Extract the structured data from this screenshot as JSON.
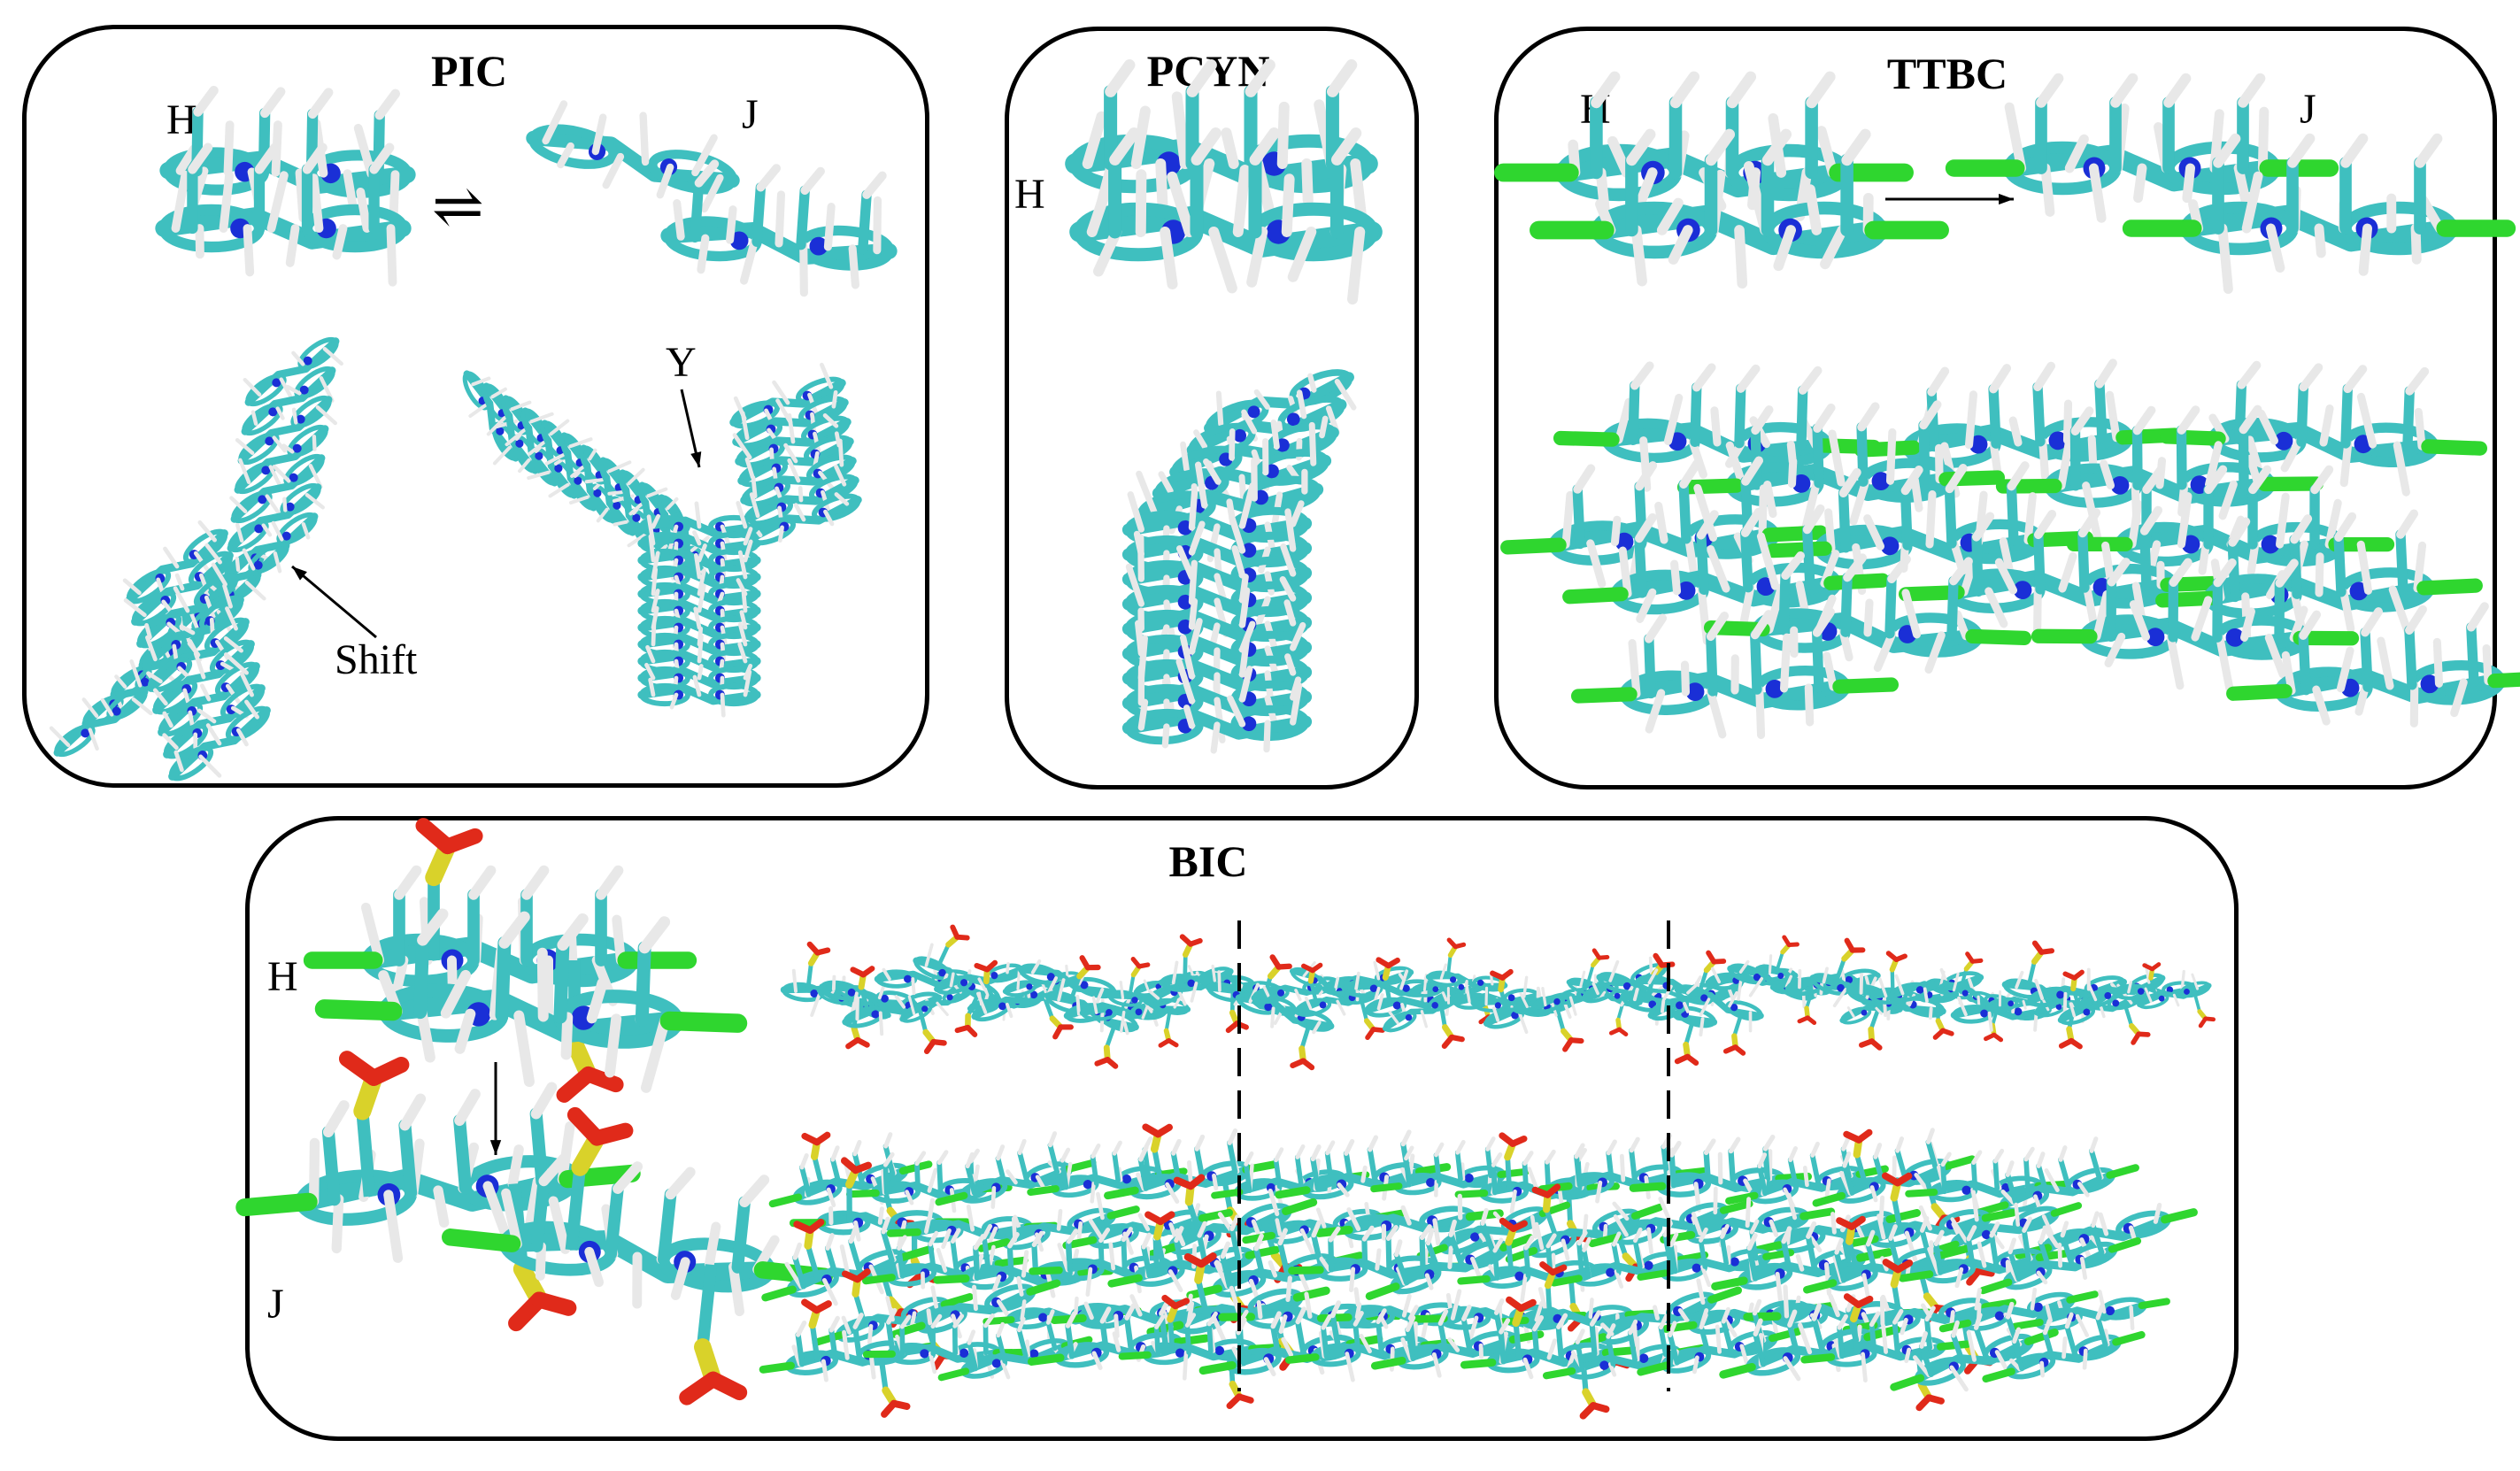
{
  "panels": {
    "pic": {
      "title": "PIC",
      "label_h": "H",
      "label_j": "J",
      "equilibrium_symbol": "⇌",
      "annotation_shift": "Shift",
      "annotation_y": "Y"
    },
    "pcyn": {
      "title": "PCYN",
      "label_h": "H"
    },
    "ttbc": {
      "title": "TTBC",
      "label_h": "H",
      "label_j": "J"
    },
    "bic": {
      "title": "BIC",
      "label_h": "H",
      "label_j": "J"
    }
  },
  "colors": {
    "carbon": "#3fbfbf",
    "hydrogen": "#e8e8e8",
    "nitrogen": "#1a2fd6",
    "chlorine": "#2fd62f",
    "sulfur": "#d9d22a",
    "oxygen": "#e02a1a",
    "outline": "#000000"
  }
}
